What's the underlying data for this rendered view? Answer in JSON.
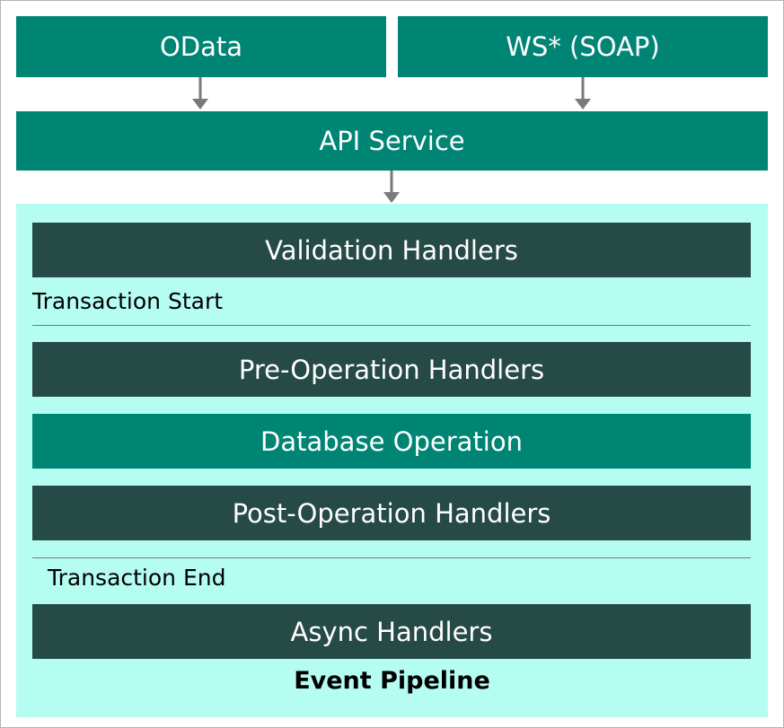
{
  "diagram": {
    "sources": [
      {
        "label": "OData"
      },
      {
        "label": "WS* (SOAP)"
      }
    ],
    "api_service": {
      "label": "API Service"
    },
    "pipeline": {
      "title": "Event Pipeline",
      "validation": "Validation Handlers",
      "transaction_start": "Transaction Start",
      "pre_operation": "Pre-Operation Handlers",
      "database_operation": "Database Operation",
      "post_operation": "Post-Operation Handlers",
      "transaction_end": "Transaction End",
      "async": "Async Handlers"
    },
    "colors": {
      "teal": "#008575",
      "dark": "#264a46",
      "pipeline_background": "#b4fdf0",
      "arrow": "#7a7a7a"
    }
  }
}
